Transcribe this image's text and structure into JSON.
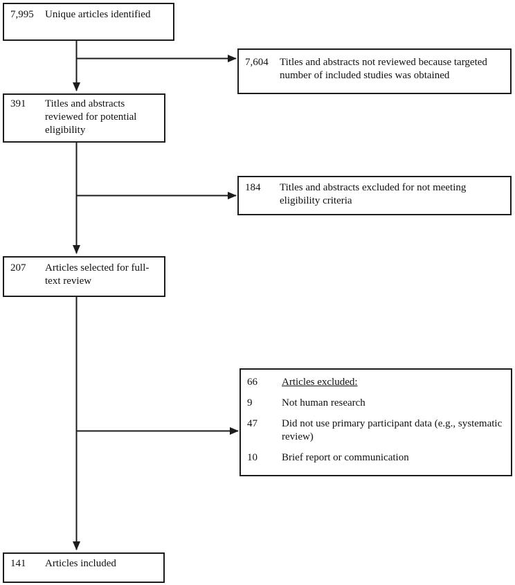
{
  "flow": {
    "boxes": {
      "unique": {
        "count": "7,995",
        "label": "Unique articles identified"
      },
      "not_reviewed": {
        "count": "7,604",
        "label": "Titles and abstracts not reviewed because targeted number of included studies was obtained"
      },
      "reviewed": {
        "count": "391",
        "label": "Titles and abstracts reviewed for potential eligibility"
      },
      "tiab_excluded": {
        "count": "184",
        "label": "Titles and abstracts excluded for not meeting eligibility criteria"
      },
      "fulltext": {
        "count": "207",
        "label": "Articles selected for full-text review"
      },
      "excluded": {
        "rows": [
          {
            "count": "66",
            "label": "Articles excluded:"
          },
          {
            "count": "9",
            "label": "Not human research"
          },
          {
            "count": "47",
            "label": "Did not use primary participant data (e.g., systematic review)"
          },
          {
            "count": "10",
            "label": "Brief report or communication"
          }
        ]
      },
      "included": {
        "count": "141",
        "label": "Articles included"
      }
    },
    "colors": {
      "line": "#1c1c1c",
      "text": "#111111",
      "background": "#ffffff"
    }
  }
}
